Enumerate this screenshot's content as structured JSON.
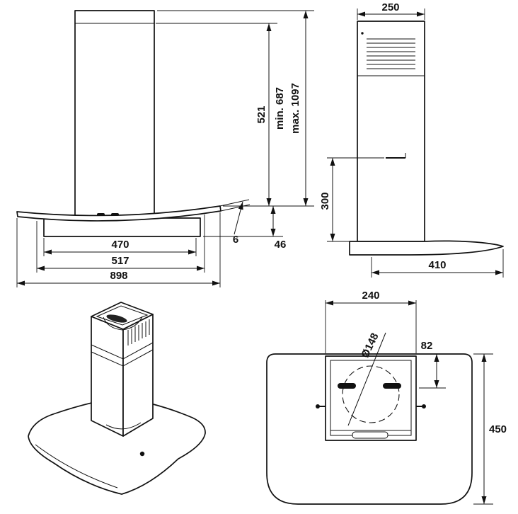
{
  "front_view": {
    "inner_width": "470",
    "body_width": "517",
    "total_width": "898",
    "chimney_height": "521",
    "min_height": "min. 687",
    "max_height": "max. 1097",
    "glass_thickness": "6",
    "edge_height": "46"
  },
  "side_view": {
    "top_depth": "250",
    "bracket_height": "300",
    "base_depth": "410"
  },
  "bottom_view": {
    "duct_box_width": "240",
    "duct_diameter": "Ø148",
    "duct_offset": "82",
    "base_depth": "450"
  }
}
